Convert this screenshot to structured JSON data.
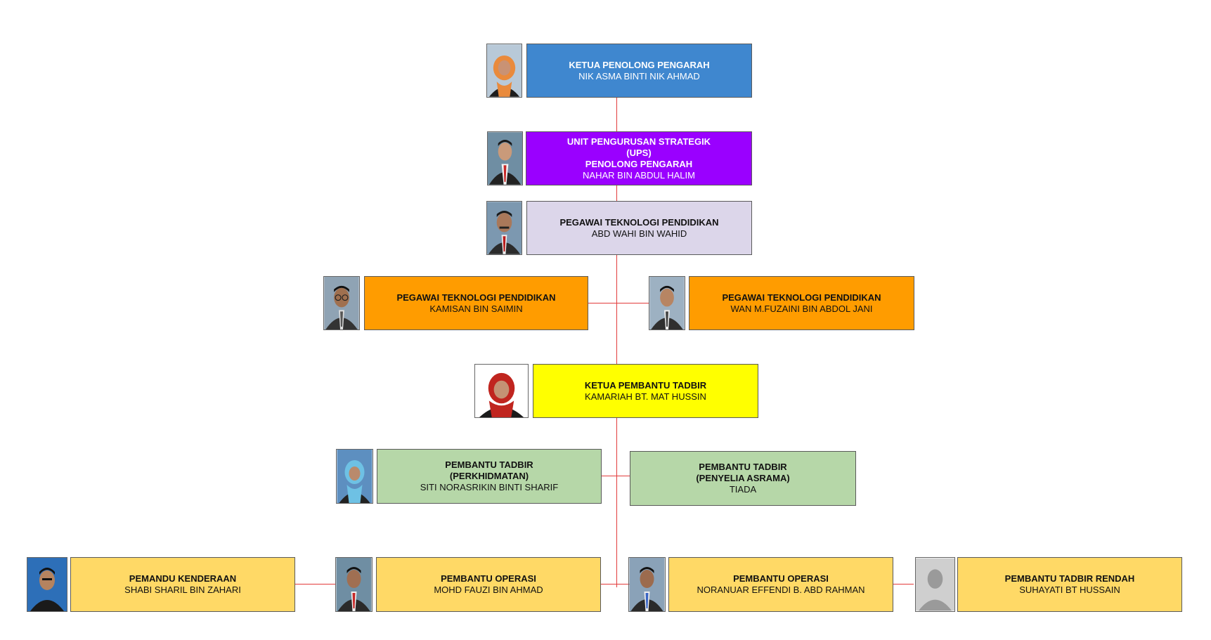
{
  "colors": {
    "connector": "#e23b3b",
    "ketua_penolong": "#3f87cf",
    "ups": "#9a00ff",
    "pegawai_utama": "#dcd6ea",
    "pegawai": "#ff9c00",
    "ketua_pembantu": "#ffff00",
    "pembantu_tadbir": "#b6d7a8",
    "operasi": "#ffd966"
  },
  "nodes": {
    "ketua_penolong": {
      "title": "KETUA PENOLONG PENGARAH",
      "name": "NIK ASMA BINTI NIK AHMAD",
      "photo": "photo-woman-orange-hijab"
    },
    "ups": {
      "title": "UNIT PENGURUSAN STRATEGIK\n(UPS)\nPENOLONG PENGARAH",
      "name": "NAHAR BIN ABDUL HALIM",
      "photo": "photo-man-red-tie"
    },
    "pegawai_utama": {
      "title": "PEGAWAI TEKNOLOGI PENDIDIKAN",
      "name": "ABD WAHI BIN WAHID",
      "photo": "photo-man-suit"
    },
    "pegawai_kiri": {
      "title": "PEGAWAI TEKNOLOGI PENDIDIKAN",
      "name": "KAMISAN BIN SAIMIN",
      "photo": "photo-man-glasses"
    },
    "pegawai_kanan": {
      "title": "PEGAWAI TEKNOLOGI PENDIDIKAN",
      "name": "WAN M.FUZAINI BIN ABDOL JANI",
      "photo": "photo-man-suit"
    },
    "ketua_pembantu": {
      "title": "KETUA PEMBANTU TADBIR",
      "name": "KAMARIAH BT. MAT HUSSIN",
      "photo": "photo-woman-red-hijab"
    },
    "pt_perkhidmatan": {
      "title": "PEMBANTU TADBIR\n(PERKHIDMATAN)",
      "name": "SITI NORASRIKIN BINTI SHARIF",
      "photo": "photo-woman-blue-hijab"
    },
    "pt_asrama": {
      "title": "PEMBANTU TADBIR\n(PENYELIA ASRAMA)",
      "name": "TIADA"
    },
    "pemandu": {
      "title": "PEMANDU KENDERAAN",
      "name": "SHABI SHARIL BIN ZAHARI",
      "photo": "photo-man-dark"
    },
    "operasi_1": {
      "title": "PEMBANTU OPERASI",
      "name": "MOHD FAUZI BIN AHMAD",
      "photo": "photo-man-red-tie"
    },
    "operasi_2": {
      "title": "PEMBANTU OPERASI",
      "name": "NORANUAR EFFENDI B. ABD RAHMAN",
      "photo": "photo-man-blue-tie"
    },
    "tadbir_rendah": {
      "title": "PEMBANTU TADBIR RENDAH",
      "name": "SUHAYATI BT HUSSAIN",
      "photo": "photo-placeholder-silhouette"
    }
  }
}
